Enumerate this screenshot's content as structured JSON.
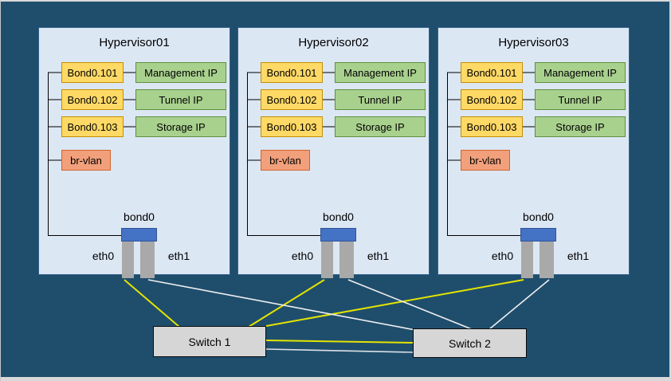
{
  "diagram": {
    "hypervisors": [
      {
        "title": "Hypervisor01",
        "vlans": [
          {
            "label": "Bond0.101",
            "ip": "Management IP"
          },
          {
            "label": "Bond0.102",
            "ip": "Tunnel IP"
          },
          {
            "label": "Bond0.103",
            "ip": "Storage IP"
          }
        ],
        "bridge": "br-vlan",
        "bond_label": "bond0",
        "nics": [
          "eth0",
          "eth1"
        ]
      },
      {
        "title": "Hypervisor02",
        "vlans": [
          {
            "label": "Bond0.101",
            "ip": "Management IP"
          },
          {
            "label": "Bond0.102",
            "ip": "Tunnel IP"
          },
          {
            "label": "Bond0.103",
            "ip": "Storage IP"
          }
        ],
        "bridge": "br-vlan",
        "bond_label": "bond0",
        "nics": [
          "eth0",
          "eth1"
        ]
      },
      {
        "title": "Hypervisor03",
        "vlans": [
          {
            "label": "Bond0.101",
            "ip": "Management IP"
          },
          {
            "label": "Bond0.102",
            "ip": "Tunnel IP"
          },
          {
            "label": "Bond0.103",
            "ip": "Storage IP"
          }
        ],
        "bridge": "br-vlan",
        "bond_label": "bond0",
        "nics": [
          "eth0",
          "eth1"
        ]
      }
    ],
    "switches": [
      {
        "label": "Switch 1"
      },
      {
        "label": "Switch 2"
      }
    ],
    "colors": {
      "background": "#1F4E6D",
      "hypervisor_fill": "#DCE7F4",
      "vlan_fill": "#FFD966",
      "vlan_border": "#C28F00",
      "ip_fill": "#A9D18E",
      "ip_border": "#5E8F3C",
      "bridge_fill": "#F2A07B",
      "bridge_border": "#D2662A",
      "bond_fill": "#4472C4",
      "nic_fill": "#A9A9A9",
      "switch_fill": "#D6D6D6",
      "eth0_link": "#E4E400",
      "eth1_link": "#EFEFEF"
    }
  }
}
